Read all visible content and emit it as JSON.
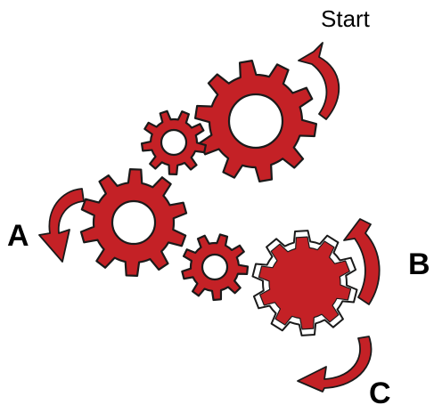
{
  "labels": {
    "start": "Start",
    "a": "A",
    "b": "B",
    "c": "C"
  },
  "colors": {
    "gear_fill": "#c42126",
    "gear_stroke": "#1a1a1a",
    "arrow_fill": "#c42126",
    "background": "#ffffff"
  },
  "gears": [
    {
      "name": "gear-start-large",
      "type": "ring"
    },
    {
      "name": "gear-start-small",
      "type": "ring"
    },
    {
      "name": "gear-a-large",
      "type": "ring"
    },
    {
      "name": "gear-a-small",
      "type": "ring"
    },
    {
      "name": "gear-b-solid",
      "type": "solid-outlined"
    }
  ]
}
